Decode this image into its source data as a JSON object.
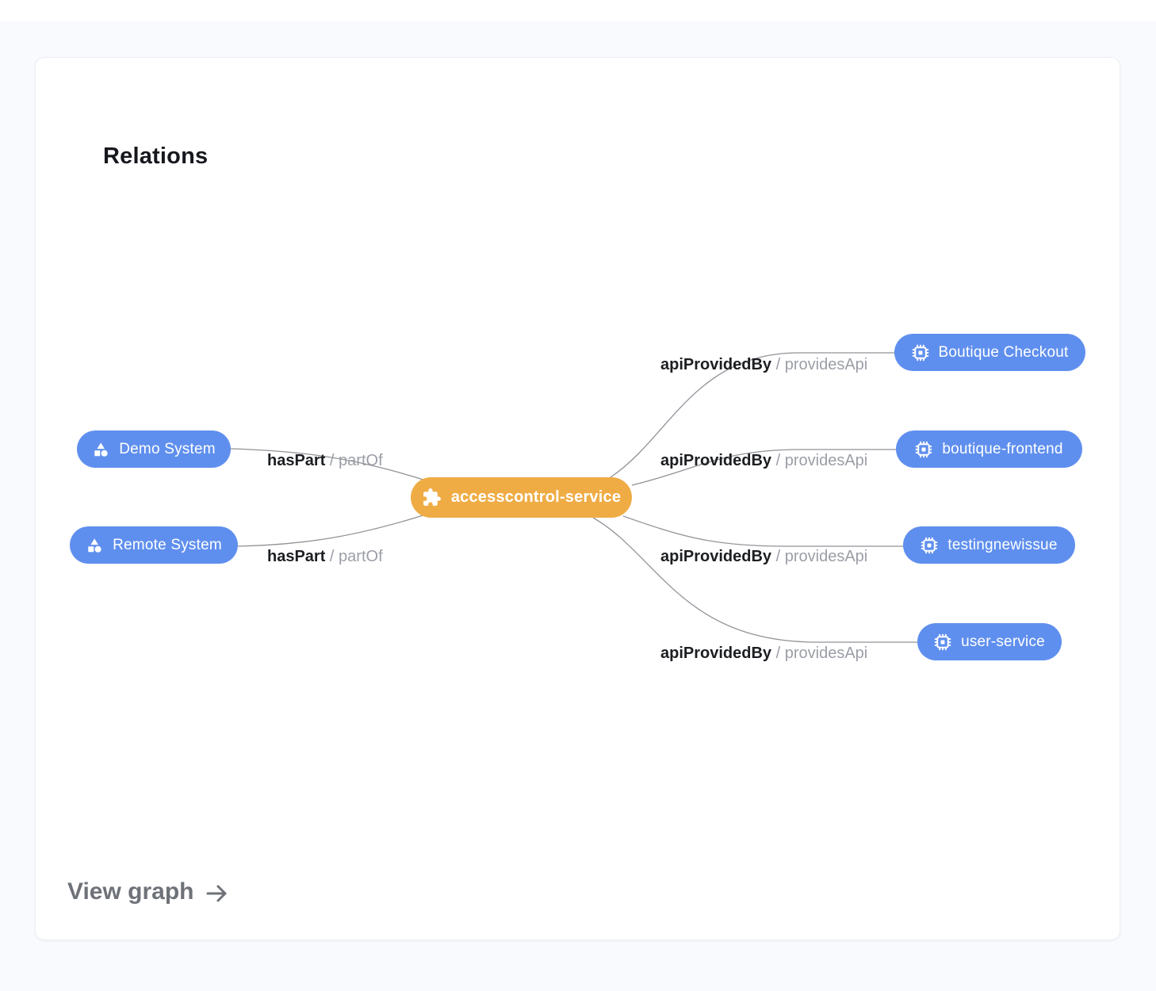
{
  "card": {
    "title": "Relations",
    "view_graph_label": "View graph"
  },
  "colors": {
    "page_background": "#F8FAFD",
    "card_background": "#FFFFFF",
    "system_api_node": "#5F8FEE",
    "component_node": "#EFAC45",
    "edge_line": "#8F9297",
    "relation_text": "#1C1E22",
    "inverse_relation_text": "#9B9EA6",
    "view_graph_text": "#6E7278"
  },
  "graph": {
    "center": {
      "label": "accesscontrol-service",
      "icon": "puzzle-icon"
    },
    "left": [
      {
        "label": "Demo System",
        "icon": "shapes-icon"
      },
      {
        "label": "Remote System",
        "icon": "shapes-icon"
      }
    ],
    "right": [
      {
        "label": "Boutique Checkout",
        "icon": "chip-icon"
      },
      {
        "label": "boutique-frontend",
        "icon": "chip-icon"
      },
      {
        "label": "testingnewissue",
        "icon": "chip-icon"
      },
      {
        "label": "user-service",
        "icon": "chip-icon"
      }
    ],
    "edges": [
      {
        "from": "Demo System",
        "to": "accesscontrol-service",
        "relation": "hasPart",
        "separator": " / ",
        "inverse": "partOf"
      },
      {
        "from": "Remote System",
        "to": "accesscontrol-service",
        "relation": "hasPart",
        "separator": " / ",
        "inverse": "partOf"
      },
      {
        "from": "accesscontrol-service",
        "to": "Boutique Checkout",
        "relation": "apiProvidedBy",
        "separator": " / ",
        "inverse": "providesApi"
      },
      {
        "from": "accesscontrol-service",
        "to": "boutique-frontend",
        "relation": "apiProvidedBy",
        "separator": " / ",
        "inverse": "providesApi"
      },
      {
        "from": "accesscontrol-service",
        "to": "testingnewissue",
        "relation": "apiProvidedBy",
        "separator": " / ",
        "inverse": "providesApi"
      },
      {
        "from": "accesscontrol-service",
        "to": "user-service",
        "relation": "apiProvidedBy",
        "separator": " / ",
        "inverse": "providesApi"
      }
    ]
  }
}
